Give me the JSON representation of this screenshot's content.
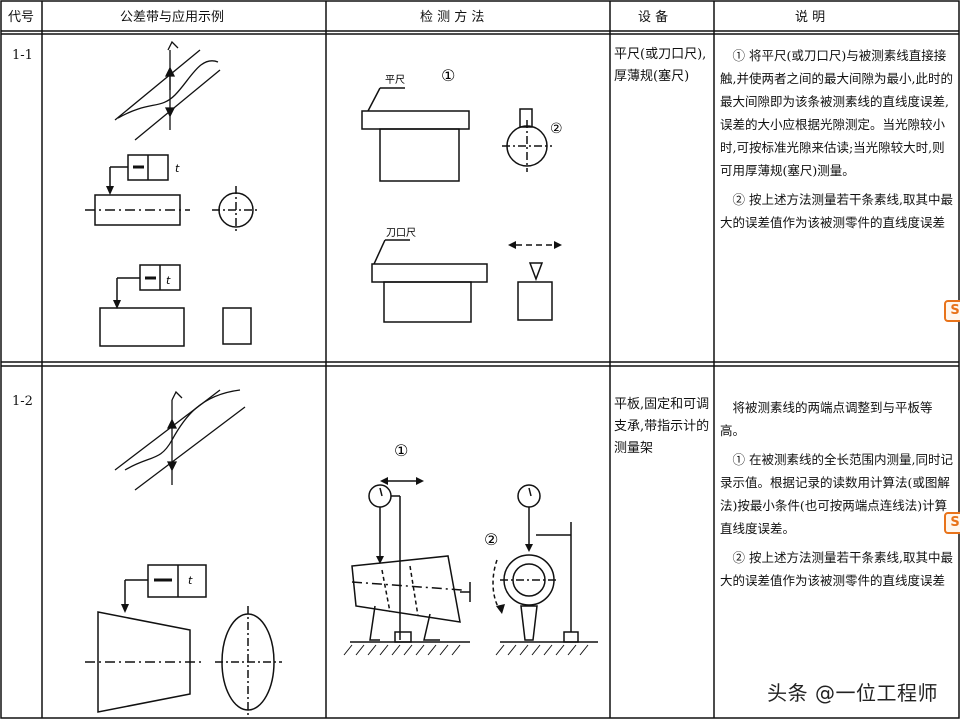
{
  "table": {
    "headers": {
      "code": "代号",
      "tolerance": "公差带与应用示例",
      "method": "检 测 方 法",
      "equipment": "设 备",
      "explanation": "说 明"
    },
    "rows": [
      {
        "code": "1-1",
        "equipment": "平尺(或刀口尺),厚薄规(塞尺)",
        "explanation": [
          "① 将平尺(或刀口尺)与被测素线直接接触,并使两者之间的最大间隙为最小,此时的最大间隙即为该条被测素线的直线度误差,误差的大小应根据光隙测定。当光隙较小时,可按标准光隙来估读;当光隙较大时,则可用厚薄规(塞尺)测量。",
          "② 按上述方法测量若干条素线,取其中最大的误差值作为该被测零件的直线度误差"
        ],
        "labels": {
          "ruler": "平尺",
          "knife_ruler": "刀口尺",
          "mark1": "①",
          "mark2": "②"
        },
        "frame": {
          "symbol": "—",
          "value": "t"
        }
      },
      {
        "code": "1-2",
        "equipment": "平板,固定和可调支承,带指示计的测量架",
        "explanation": [
          "将被测素线的两端点调整到与平板等高。",
          "① 在被测素线的全长范围内测量,同时记录示值。根据记录的读数用计算法(或图解法)按最小条件(也可按两端点连线法)计算直线度误差。",
          "② 按上述方法测量若干条素线,取其中最大的误差值作为该被测零件的直线度误差"
        ],
        "labels": {
          "mark1": "①",
          "mark2": "②"
        },
        "frame": {
          "symbol": "—",
          "value": "t"
        }
      }
    ]
  },
  "watermark": "头条 @一位工程师",
  "side_icon": "S"
}
